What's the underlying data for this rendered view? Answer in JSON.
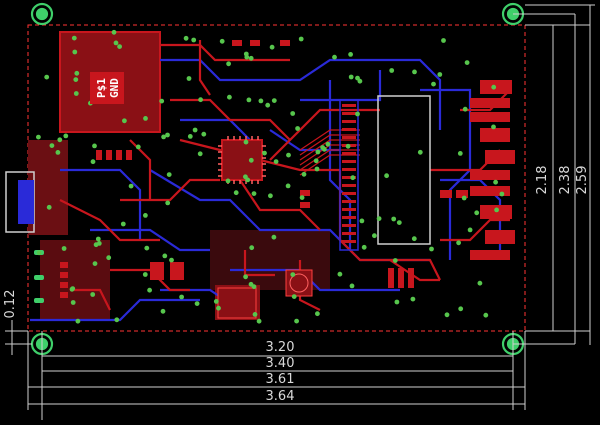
{
  "dimensions": {
    "horizontal": [
      "3.20",
      "3.40",
      "3.61",
      "3.64"
    ],
    "vertical": [
      "2.18",
      "2.38",
      "2.59"
    ],
    "small": "0.12"
  },
  "silkscreen": {
    "label_line1": "P$1",
    "label_line2": "GND"
  },
  "colors": {
    "background": "#000000",
    "top_copper": "#c8161d",
    "bottom_copper": "#2a2ad8",
    "via": "#57c64d",
    "mounting_hole": "#3fcf6a",
    "dimension": "#cfcfcf",
    "outline": "#ff3333"
  }
}
